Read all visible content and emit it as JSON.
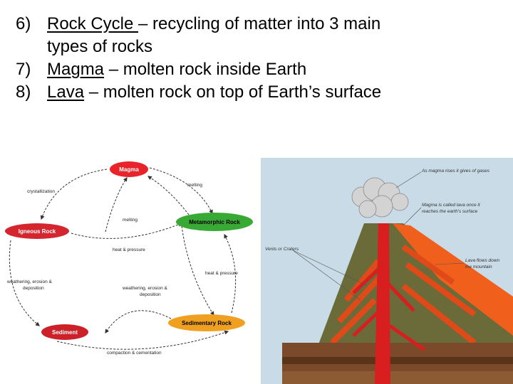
{
  "definitions": [
    {
      "number": "6)",
      "term": "Rock Cycle ",
      "rest": "– recycling of matter into 3 main",
      "rest2": "types of rocks"
    },
    {
      "number": "7)",
      "term": "Magma",
      "rest": " – molten rock inside Earth"
    },
    {
      "number": "8)",
      "term": "Lava",
      "rest": " – molten rock on top of Earth’s surface"
    }
  ],
  "rock_cycle": {
    "nodes": {
      "magma": "Magma",
      "igneous": "Igneous Rock",
      "metamorphic": "Metamorphic Rock",
      "sedimentary": "Sedimentary Rock",
      "sediment": "Sediment"
    },
    "processes": {
      "melting_top": "melting",
      "crystallization": "crystallization",
      "melting_mid": "melting",
      "heat_pressure_left": "heat & pressure",
      "heat_pressure_right": "heat & pressure",
      "weathering_left_1": "weathering, erosion &",
      "weathering_left_2": "deposition",
      "weathering_mid_1": "weathering, erosion &",
      "weathering_mid_2": "deposition",
      "compaction": "compaction & cementation"
    },
    "colors": {
      "magma": "#e8232a",
      "igneous": "#d4262f",
      "metamorphic": "#38a935",
      "sedimentary": "#f0a020",
      "sediment": "#cc2129"
    }
  },
  "volcano": {
    "labels": {
      "gases_1": "As magma rises it gives of gases",
      "lava_1": "Magma is called lava once it",
      "lava_2": "reaches the earth's surface",
      "vents_1": "Vents or Craters",
      "flows_1": "Lava flows down",
      "flows_2": "the mountain"
    }
  }
}
